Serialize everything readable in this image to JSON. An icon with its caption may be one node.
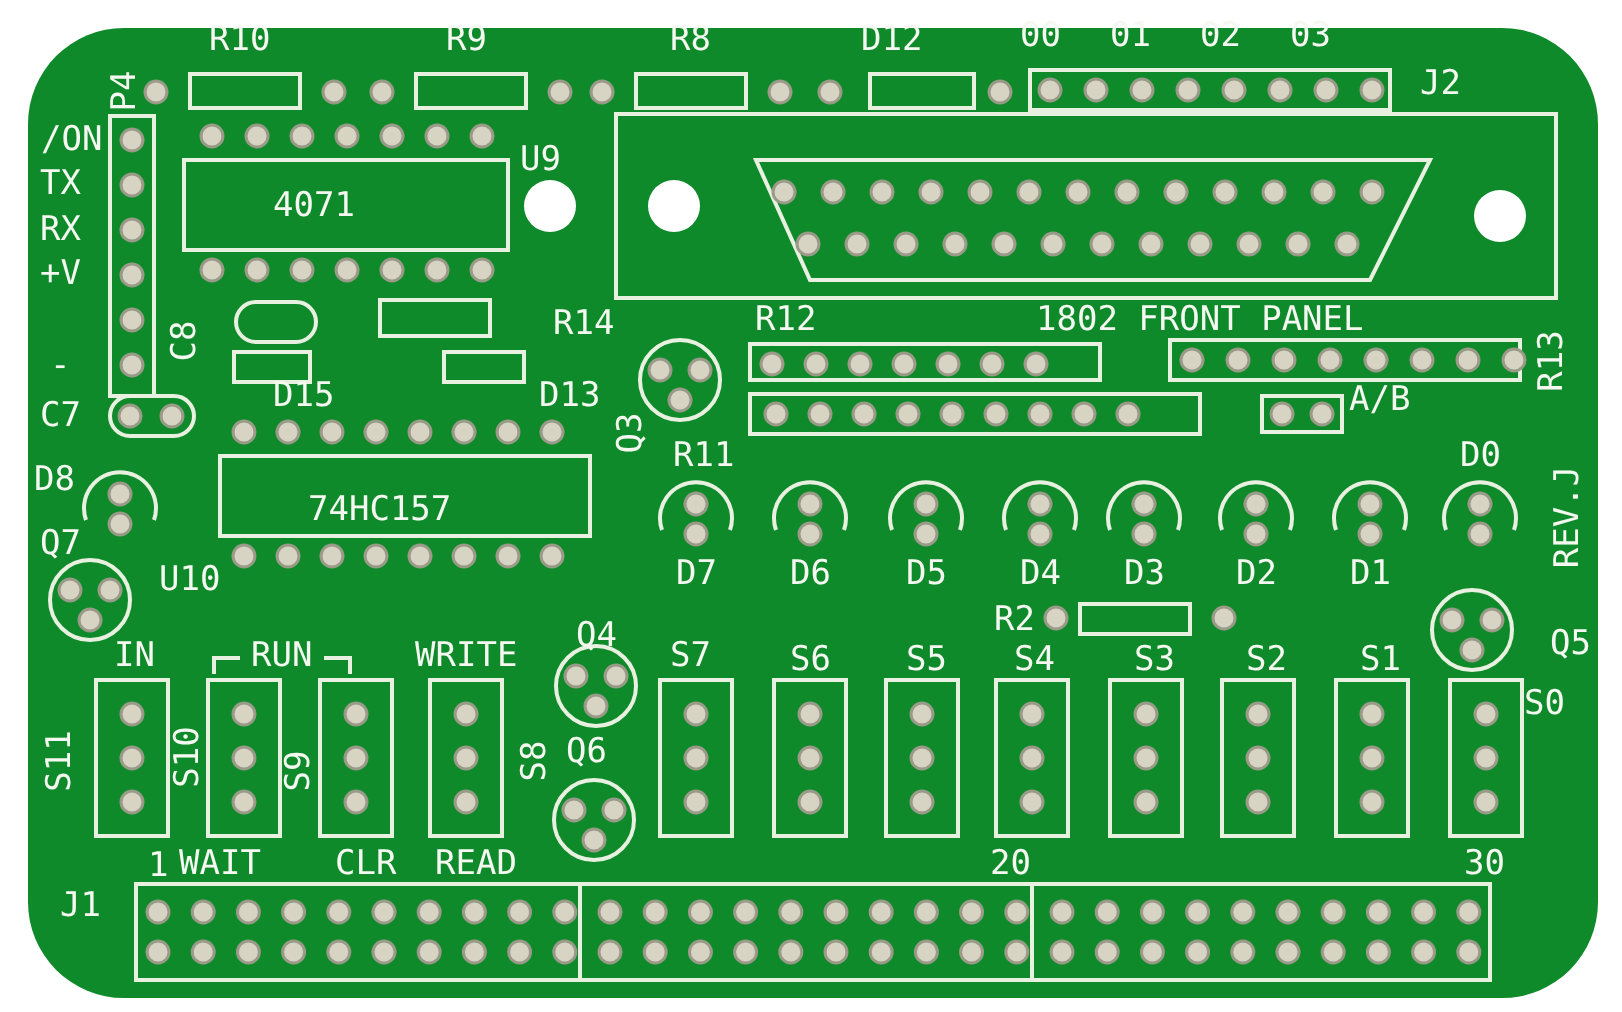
{
  "diagram": {
    "labels": [
      "P4",
      "R10",
      "R9",
      "R8",
      "D12",
      "00",
      "01",
      "02",
      "03",
      "J2",
      "/ON",
      "TX",
      "RX",
      "+V",
      "U9",
      "4071",
      "-",
      "C8",
      "R14",
      "R12",
      "1802 FRONT PANEL",
      "R13",
      "C7",
      "D15",
      "D13",
      "Q3",
      "R11",
      "A/B",
      "D0",
      "D8",
      "74HC157",
      "REV.J",
      "Q7",
      "U10",
      "D7",
      "D6",
      "D5",
      "D4",
      "D3",
      "D2",
      "D1",
      "R2",
      "IN",
      "RUN",
      "WRITE",
      "Q4",
      "S7",
      "S6",
      "S5",
      "S4",
      "S3",
      "S2",
      "S1",
      "Q5",
      "S0",
      "S11",
      "S10",
      "S9",
      "S8",
      "Q6",
      "1",
      "WAIT",
      "CLR",
      "READ",
      "20",
      "30",
      "J1"
    ]
  }
}
